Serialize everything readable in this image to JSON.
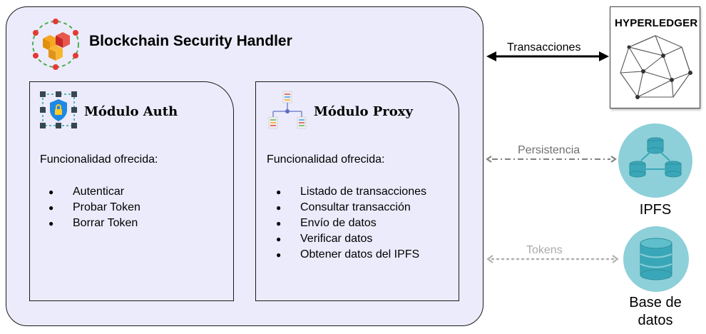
{
  "app": {
    "title": "Blockchain Security Handler"
  },
  "modules": [
    {
      "title": "Módulo Auth",
      "func_label": "Funcionalidad ofrecida:",
      "items": [
        "Autenticar",
        "Probar Token",
        "Borrar Token"
      ]
    },
    {
      "title": "Módulo Proxy",
      "func_label": "Funcionalidad ofrecida:",
      "items": [
        "Listado de transacciones",
        "Consultar transacción",
        "Envío de datos",
        "Verificar datos",
        "Obtener datos del IPFS"
      ]
    }
  ],
  "external": {
    "hyperledger": {
      "name": "HYPERLEDGER",
      "edge_label": "Transacciones"
    },
    "ipfs": {
      "name": "IPFS",
      "edge_label": "Persistencia"
    },
    "database": {
      "name_line1": "Base de",
      "name_line2": "datos",
      "edge_label": "Tokens"
    }
  },
  "colors": {
    "container_fill": "#ecebfb",
    "node_teal": "#8dd0d9",
    "node_teal_dark": "#3aa7b8",
    "persistence_edge": "#808080",
    "tokens_edge": "#b0b0b0"
  },
  "icons": [
    "blockchain-cubes-icon",
    "auth-shield-icon",
    "proxy-tree-icon",
    "hyperledger-network-icon",
    "ipfs-icon",
    "database-icon"
  ]
}
